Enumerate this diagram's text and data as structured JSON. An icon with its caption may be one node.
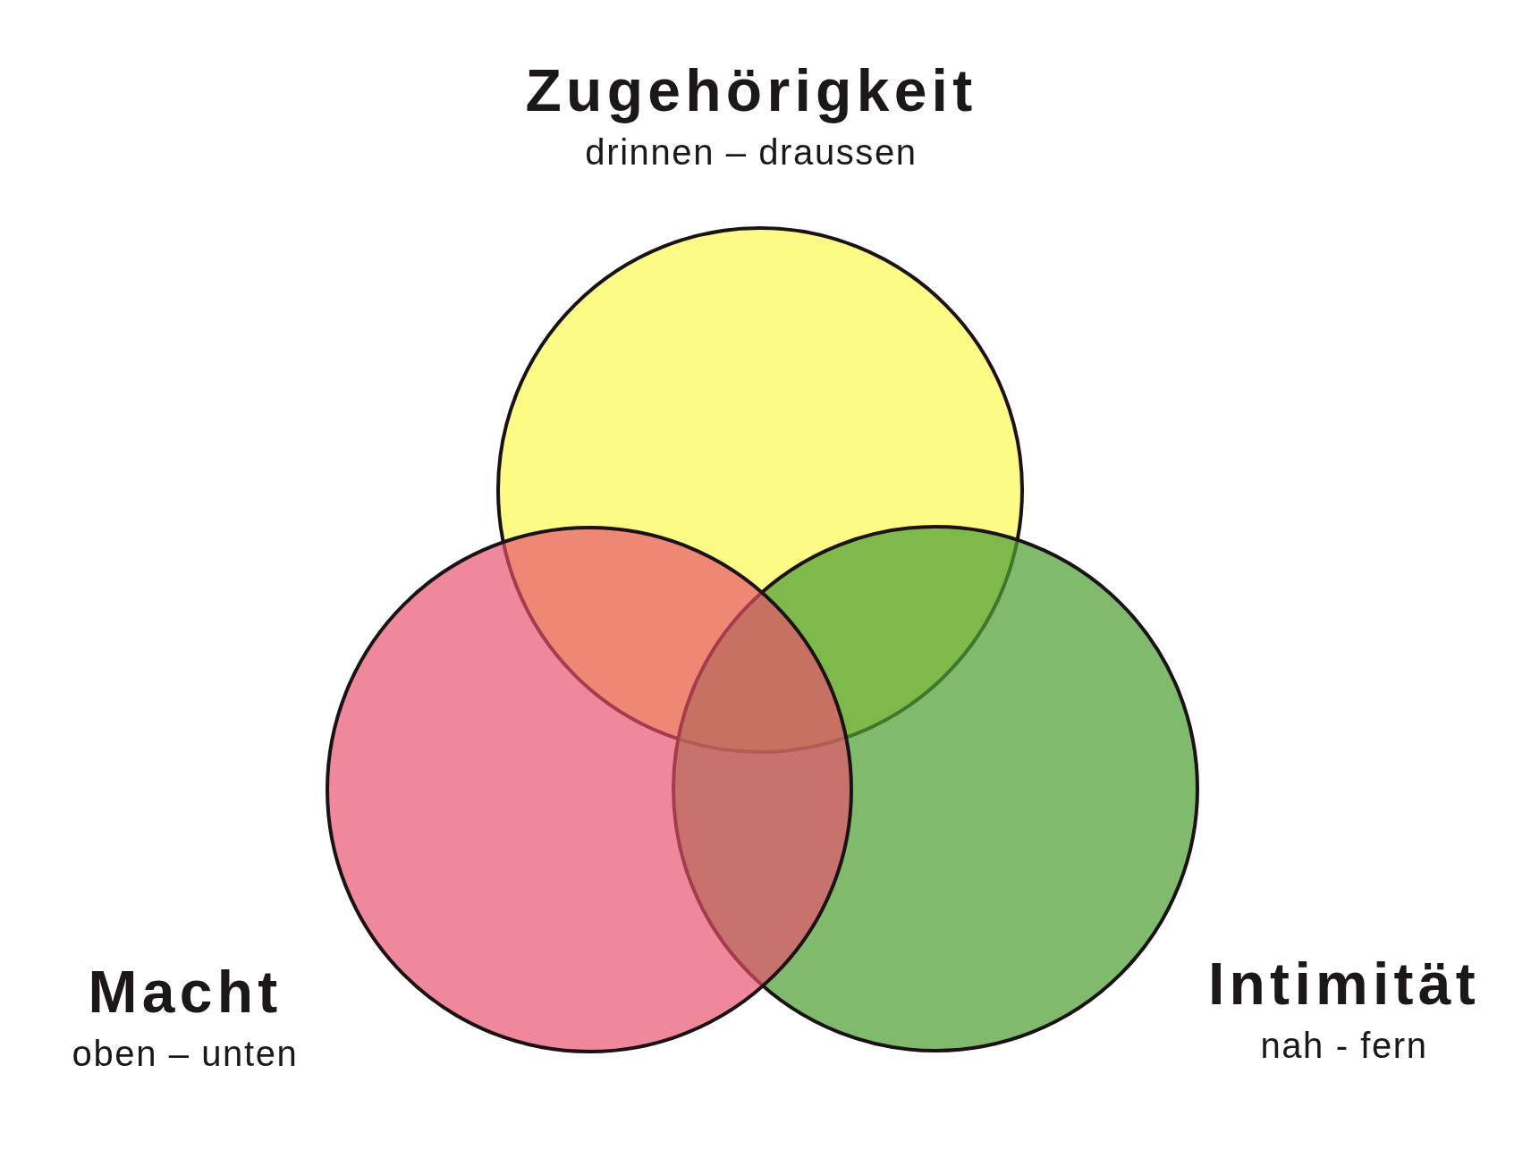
{
  "diagram": {
    "nodes": [
      {
        "text": [
          "Zugehörigkeit",
          "drinnen – draussen"
        ]
      },
      {
        "text": [
          "Macht",
          "oben – unten"
        ]
      },
      {
        "text": [
          "Intimität",
          "nah - fern"
        ]
      }
    ]
  }
}
